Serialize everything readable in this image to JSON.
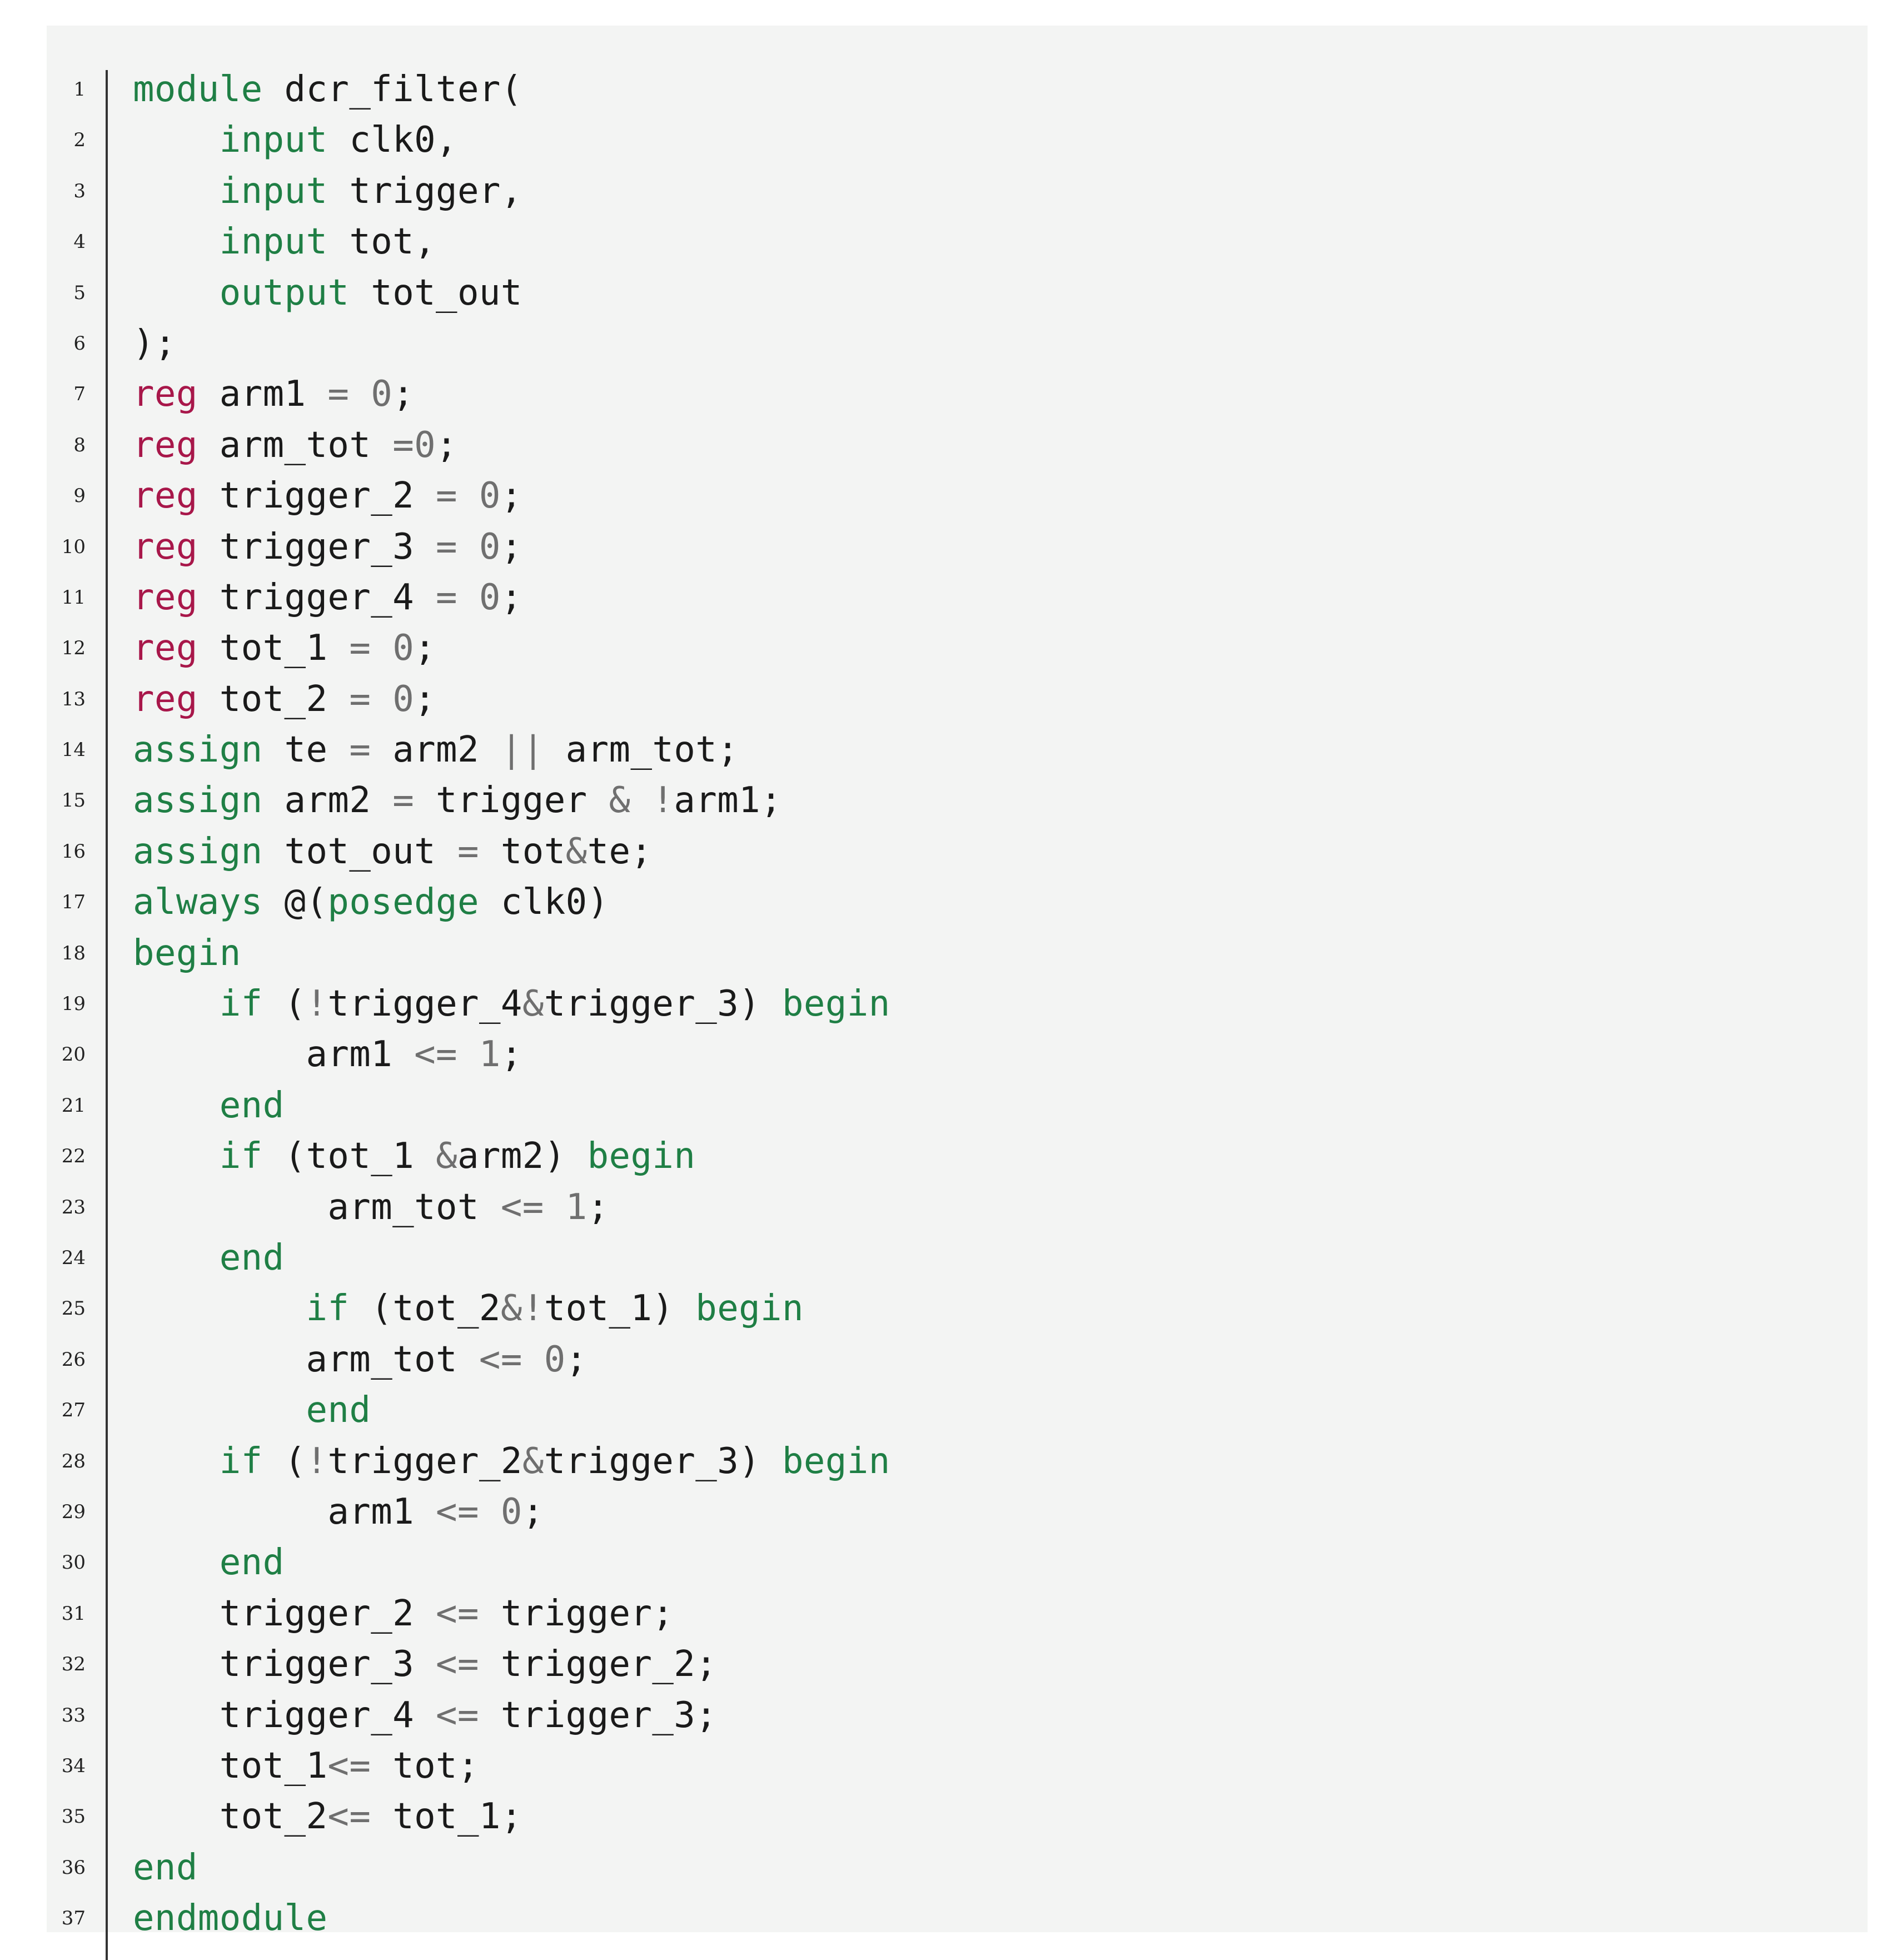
{
  "colors": {
    "background": "#f3f4f3",
    "keyword": "#1f7f45",
    "reg_keyword": "#a8174a",
    "number_operator": "#6f6f6f",
    "text": "#1a1a1a",
    "gutter_rule": "#333333"
  },
  "code": {
    "language": "verilog",
    "lines": [
      {
        "n": "1",
        "tokens": [
          [
            "kw",
            "module"
          ],
          [
            "t",
            " dcr_filter("
          ]
        ]
      },
      {
        "n": "2",
        "tokens": [
          [
            "t",
            "    "
          ],
          [
            "kw",
            "input"
          ],
          [
            "t",
            " clk0,"
          ]
        ]
      },
      {
        "n": "3",
        "tokens": [
          [
            "t",
            "    "
          ],
          [
            "kw",
            "input"
          ],
          [
            "t",
            " trigger,"
          ]
        ]
      },
      {
        "n": "4",
        "tokens": [
          [
            "t",
            "    "
          ],
          [
            "kw",
            "input"
          ],
          [
            "t",
            " tot,"
          ]
        ]
      },
      {
        "n": "5",
        "tokens": [
          [
            "t",
            "    "
          ],
          [
            "kw",
            "output"
          ],
          [
            "t",
            " tot_out"
          ]
        ]
      },
      {
        "n": "6",
        "tokens": [
          [
            "t",
            ");"
          ]
        ]
      },
      {
        "n": "7",
        "tokens": [
          [
            "rg",
            "reg"
          ],
          [
            "t",
            " arm1 "
          ],
          [
            "op",
            "="
          ],
          [
            "t",
            " "
          ],
          [
            "nm",
            "0"
          ],
          [
            "t",
            ";"
          ]
        ]
      },
      {
        "n": "8",
        "tokens": [
          [
            "rg",
            "reg"
          ],
          [
            "t",
            " arm_tot "
          ],
          [
            "op",
            "="
          ],
          [
            "nm",
            "0"
          ],
          [
            "t",
            ";"
          ]
        ]
      },
      {
        "n": "9",
        "tokens": [
          [
            "rg",
            "reg"
          ],
          [
            "t",
            " trigger_2 "
          ],
          [
            "op",
            "="
          ],
          [
            "t",
            " "
          ],
          [
            "nm",
            "0"
          ],
          [
            "t",
            ";"
          ]
        ]
      },
      {
        "n": "10",
        "tokens": [
          [
            "rg",
            "reg"
          ],
          [
            "t",
            " trigger_3 "
          ],
          [
            "op",
            "="
          ],
          [
            "t",
            " "
          ],
          [
            "nm",
            "0"
          ],
          [
            "t",
            ";"
          ]
        ]
      },
      {
        "n": "11",
        "tokens": [
          [
            "rg",
            "reg"
          ],
          [
            "t",
            " trigger_4 "
          ],
          [
            "op",
            "="
          ],
          [
            "t",
            " "
          ],
          [
            "nm",
            "0"
          ],
          [
            "t",
            ";"
          ]
        ]
      },
      {
        "n": "12",
        "tokens": [
          [
            "rg",
            "reg"
          ],
          [
            "t",
            " tot_1 "
          ],
          [
            "op",
            "="
          ],
          [
            "t",
            " "
          ],
          [
            "nm",
            "0"
          ],
          [
            "t",
            ";"
          ]
        ]
      },
      {
        "n": "13",
        "tokens": [
          [
            "rg",
            "reg"
          ],
          [
            "t",
            " tot_2 "
          ],
          [
            "op",
            "="
          ],
          [
            "t",
            " "
          ],
          [
            "nm",
            "0"
          ],
          [
            "t",
            ";"
          ]
        ]
      },
      {
        "n": "14",
        "tokens": [
          [
            "kw",
            "assign"
          ],
          [
            "t",
            " te "
          ],
          [
            "op",
            "="
          ],
          [
            "t",
            " arm2 "
          ],
          [
            "op",
            "||"
          ],
          [
            "t",
            " arm_tot;"
          ]
        ]
      },
      {
        "n": "15",
        "tokens": [
          [
            "kw",
            "assign"
          ],
          [
            "t",
            " arm2 "
          ],
          [
            "op",
            "="
          ],
          [
            "t",
            " trigger "
          ],
          [
            "op",
            "&"
          ],
          [
            "t",
            " "
          ],
          [
            "op",
            "!"
          ],
          [
            "t",
            "arm1;"
          ]
        ]
      },
      {
        "n": "16",
        "tokens": [
          [
            "kw",
            "assign"
          ],
          [
            "t",
            " tot_out "
          ],
          [
            "op",
            "="
          ],
          [
            "t",
            " tot"
          ],
          [
            "op",
            "&"
          ],
          [
            "t",
            "te;"
          ]
        ]
      },
      {
        "n": "17",
        "tokens": [
          [
            "kw",
            "always"
          ],
          [
            "t",
            " @("
          ],
          [
            "kw",
            "posedge"
          ],
          [
            "t",
            " clk0)"
          ]
        ]
      },
      {
        "n": "18",
        "tokens": [
          [
            "kw",
            "begin"
          ]
        ]
      },
      {
        "n": "19",
        "tokens": [
          [
            "t",
            "    "
          ],
          [
            "kw",
            "if"
          ],
          [
            "t",
            " ("
          ],
          [
            "op",
            "!"
          ],
          [
            "t",
            "trigger_4"
          ],
          [
            "op",
            "&"
          ],
          [
            "t",
            "trigger_3) "
          ],
          [
            "kw",
            "begin"
          ]
        ]
      },
      {
        "n": "20",
        "tokens": [
          [
            "t",
            "        arm1 "
          ],
          [
            "op",
            "<="
          ],
          [
            "t",
            " "
          ],
          [
            "nm",
            "1"
          ],
          [
            "t",
            ";"
          ]
        ]
      },
      {
        "n": "21",
        "tokens": [
          [
            "t",
            "    "
          ],
          [
            "kw",
            "end"
          ]
        ]
      },
      {
        "n": "22",
        "tokens": [
          [
            "t",
            "    "
          ],
          [
            "kw",
            "if"
          ],
          [
            "t",
            " (tot_1 "
          ],
          [
            "op",
            "&"
          ],
          [
            "t",
            "arm2) "
          ],
          [
            "kw",
            "begin"
          ]
        ]
      },
      {
        "n": "23",
        "tokens": [
          [
            "t",
            "         arm_tot "
          ],
          [
            "op",
            "<="
          ],
          [
            "t",
            " "
          ],
          [
            "nm",
            "1"
          ],
          [
            "t",
            ";"
          ]
        ]
      },
      {
        "n": "24",
        "tokens": [
          [
            "t",
            "    "
          ],
          [
            "kw",
            "end"
          ]
        ]
      },
      {
        "n": "25",
        "tokens": [
          [
            "t",
            "        "
          ],
          [
            "kw",
            "if"
          ],
          [
            "t",
            " (tot_2"
          ],
          [
            "op",
            "&!"
          ],
          [
            "t",
            "tot_1) "
          ],
          [
            "kw",
            "begin"
          ]
        ]
      },
      {
        "n": "26",
        "tokens": [
          [
            "t",
            "        arm_tot "
          ],
          [
            "op",
            "<="
          ],
          [
            "t",
            " "
          ],
          [
            "nm",
            "0"
          ],
          [
            "t",
            ";"
          ]
        ]
      },
      {
        "n": "27",
        "tokens": [
          [
            "t",
            "        "
          ],
          [
            "kw",
            "end"
          ]
        ]
      },
      {
        "n": "28",
        "tokens": [
          [
            "t",
            "    "
          ],
          [
            "kw",
            "if"
          ],
          [
            "t",
            " ("
          ],
          [
            "op",
            "!"
          ],
          [
            "t",
            "trigger_2"
          ],
          [
            "op",
            "&"
          ],
          [
            "t",
            "trigger_3) "
          ],
          [
            "kw",
            "begin"
          ]
        ]
      },
      {
        "n": "29",
        "tokens": [
          [
            "t",
            "         arm1 "
          ],
          [
            "op",
            "<="
          ],
          [
            "t",
            " "
          ],
          [
            "nm",
            "0"
          ],
          [
            "t",
            ";"
          ]
        ]
      },
      {
        "n": "30",
        "tokens": [
          [
            "t",
            "    "
          ],
          [
            "kw",
            "end"
          ]
        ]
      },
      {
        "n": "31",
        "tokens": [
          [
            "t",
            "    trigger_2 "
          ],
          [
            "op",
            "<="
          ],
          [
            "t",
            " trigger;"
          ]
        ]
      },
      {
        "n": "32",
        "tokens": [
          [
            "t",
            "    trigger_3 "
          ],
          [
            "op",
            "<="
          ],
          [
            "t",
            " trigger_2;"
          ]
        ]
      },
      {
        "n": "33",
        "tokens": [
          [
            "t",
            "    trigger_4 "
          ],
          [
            "op",
            "<="
          ],
          [
            "t",
            " trigger_3;"
          ]
        ]
      },
      {
        "n": "34",
        "tokens": [
          [
            "t",
            "    tot_1"
          ],
          [
            "op",
            "<="
          ],
          [
            "t",
            " tot;"
          ]
        ]
      },
      {
        "n": "35",
        "tokens": [
          [
            "t",
            "    tot_2"
          ],
          [
            "op",
            "<="
          ],
          [
            "t",
            " tot_1;"
          ]
        ]
      },
      {
        "n": "36",
        "tokens": [
          [
            "kw",
            "end"
          ]
        ]
      },
      {
        "n": "37",
        "tokens": [
          [
            "kw",
            "endmodule"
          ]
        ]
      }
    ]
  }
}
